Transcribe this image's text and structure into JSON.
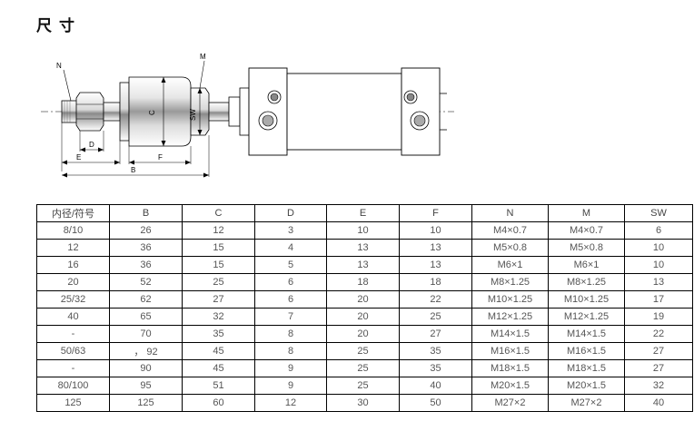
{
  "page": {
    "title": "尺寸"
  },
  "drawing": {
    "labels": {
      "n": "N",
      "m": "M",
      "c": "C",
      "sw": "SW",
      "d": "D",
      "e": "E",
      "f": "F",
      "b": "B"
    }
  },
  "table": {
    "headers": [
      "内径/符号",
      "B",
      "C",
      "D",
      "E",
      "F",
      "N",
      "M",
      "SW"
    ],
    "rows": [
      [
        "8/10",
        "26",
        "12",
        "3",
        "10",
        "10",
        "M4×0.7",
        "M4×0.7",
        "6"
      ],
      [
        "12",
        "36",
        "15",
        "4",
        "13",
        "13",
        "M5×0.8",
        "M5×0.8",
        "10"
      ],
      [
        "16",
        "36",
        "15",
        "5",
        "13",
        "13",
        "M6×1",
        "M6×1",
        "10"
      ],
      [
        "20",
        "52",
        "25",
        "6",
        "18",
        "18",
        "M8×1.25",
        "M8×1.25",
        "13"
      ],
      [
        "25/32",
        "62",
        "27",
        "6",
        "20",
        "22",
        "M10×1.25",
        "M10×1.25",
        "17"
      ],
      [
        "40",
        "65",
        "32",
        "7",
        "20",
        "25",
        "M12×1.25",
        "M12×1.25",
        "19"
      ],
      [
        "-",
        "70",
        "35",
        "8",
        "20",
        "27",
        "M14×1.5",
        "M14×1.5",
        "22"
      ],
      [
        "50/63",
        "， 92",
        "45",
        "8",
        "25",
        "35",
        "M16×1.5",
        "M16×1.5",
        "27"
      ],
      [
        "-",
        "90",
        "45",
        "9",
        "25",
        "35",
        "M18×1.5",
        "M18×1.5",
        "27"
      ],
      [
        "80/100",
        "95",
        "51",
        "9",
        "25",
        "40",
        "M20×1.5",
        "M20×1.5",
        "32"
      ],
      [
        "125",
        "125",
        "60",
        "12",
        "30",
        "50",
        "M27×2",
        "M27×2",
        "40"
      ]
    ]
  }
}
